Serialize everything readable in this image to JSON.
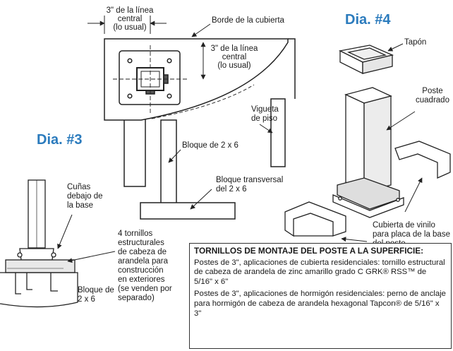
{
  "dia3": "Dia. #3",
  "dia4": "Dia. #4",
  "labels": {
    "centerline_top": [
      "3\" de la línea",
      "central",
      "(lo usual)"
    ],
    "deck_edge": "Borde de la cubierta",
    "centerline_side": [
      "3\" de la línea",
      "central",
      "(lo usual)"
    ],
    "joist": [
      "Vigueta",
      "de piso"
    ],
    "block": "Bloque de 2 x 6",
    "cross_block": [
      "Bloque transversal",
      "del 2 x 6"
    ],
    "shims": [
      "Cuñas",
      "debajo de",
      "la base"
    ],
    "screws": [
      "4 tornillos",
      "estructurales",
      "de cabeza de",
      "arandela para",
      "construcción",
      "en exteriores",
      "(se venden por",
      "separado)"
    ],
    "block_small": [
      "Bloque de",
      "2 x 6"
    ],
    "cap": "Tapón",
    "post": [
      "Poste",
      "cuadrado"
    ],
    "cover": [
      "Cubierta de vinilo",
      "para placa de la base",
      "del poste"
    ]
  },
  "info": {
    "title": "TORNILLOS DE MONTAJE DEL POSTE A LA SUPERFICIE:",
    "p1": "Postes de 3\", aplicaciones de cubierta residenciales: tornillo estructural de cabeza de arandela de zinc amarillo grado C GRK® RSS™ de 5/16\" x 6\"",
    "p2": "Postes de 3\", aplicaciones de hormigón residenciales: perno de anclaje para hormigón de cabeza de arandela hexagonal Tapcon® de 5/16\" x 3\""
  }
}
